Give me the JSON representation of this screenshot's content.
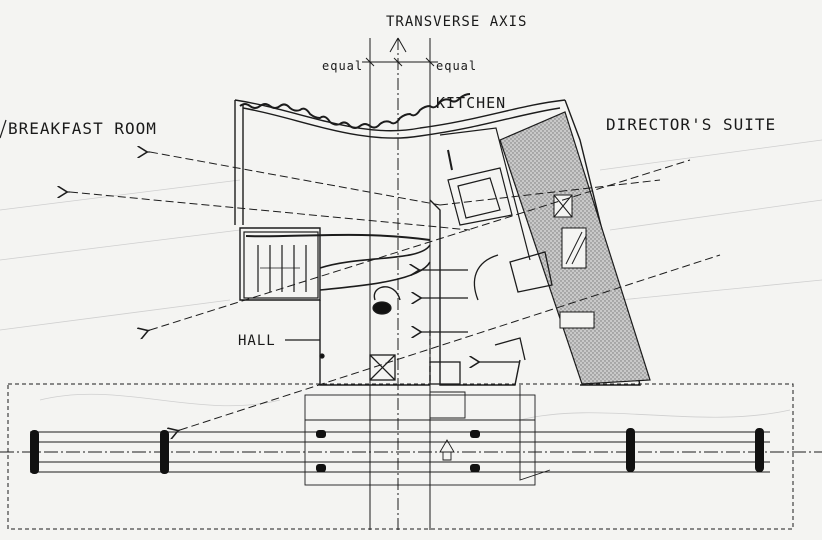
{
  "labels": {
    "transverse_axis": "TRANSVERSE AXIS",
    "equal_left": "equal",
    "equal_right": "equal",
    "kitchen": "KITCHEN",
    "breakfast_room": "BREAKFAST ROOM",
    "directors_suite": "DIRECTOR'S SUITE",
    "hall": "HALL"
  },
  "colors": {
    "ink": "#1c1c1c",
    "paper": "#f4f4f2",
    "hatch": "#9a9a9a"
  }
}
